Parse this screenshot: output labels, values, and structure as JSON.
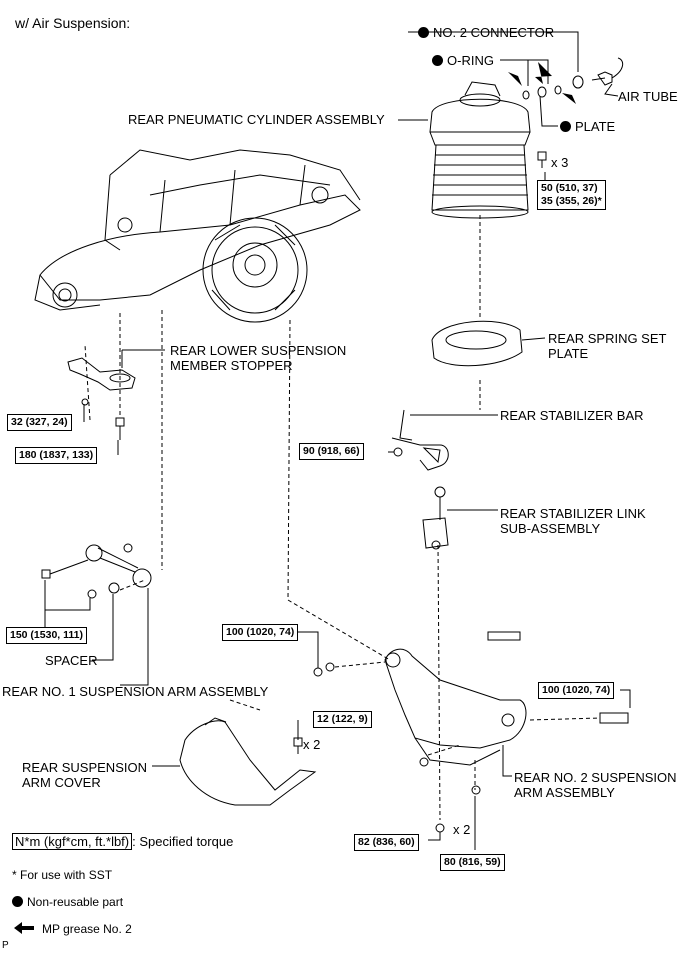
{
  "title": "w/ Air Suspension:",
  "labels": {
    "no2_connector": "NO. 2 CONNECTOR",
    "o_ring": "O-RING",
    "air_tube": "AIR TUBE",
    "plate": "PLATE",
    "rear_pneumatic_cylinder": "REAR PNEUMATIC CYLINDER ASSEMBLY",
    "x3": "x 3",
    "rear_spring_set_plate": "REAR SPRING SET\nPLATE",
    "rear_lower_suspension_member_stopper": "REAR LOWER SUSPENSION\nMEMBER STOPPER",
    "rear_stabilizer_bar": "REAR STABILIZER BAR",
    "rear_stabilizer_link": "REAR STABILIZER LINK\nSUB-ASSEMBLY",
    "spacer": "SPACER",
    "rear_no1_arm": "REAR NO. 1 SUSPENSION ARM ASSEMBLY",
    "x2_a": "x 2",
    "rear_suspension_arm_cover": "REAR SUSPENSION\nARM COVER",
    "rear_no2_arm": "REAR NO. 2 SUSPENSION\nARM ASSEMBLY",
    "x2_b": "x 2"
  },
  "torques": {
    "t50": "50 (510, 37)\n35 (355, 26)*",
    "t32": "32 (327, 24)",
    "t180": "180 (1837, 133)",
    "t90": "90 (918, 66)",
    "t150": "150 (1530, 111)",
    "t100a": "100 (1020, 74)",
    "t100b": "100 (1020, 74)",
    "t12": "12 (122, 9)",
    "t82": "82 (836, 60)",
    "t80": "80 (816, 59)"
  },
  "legend": {
    "torque_box": "N*m (kgf*cm, ft.*lbf)",
    "torque_text": ": Specified torque",
    "sst": "* For use with SST",
    "non_reusable": "Non-reusable part",
    "grease": "MP grease No. 2"
  },
  "corner_mark": "P"
}
